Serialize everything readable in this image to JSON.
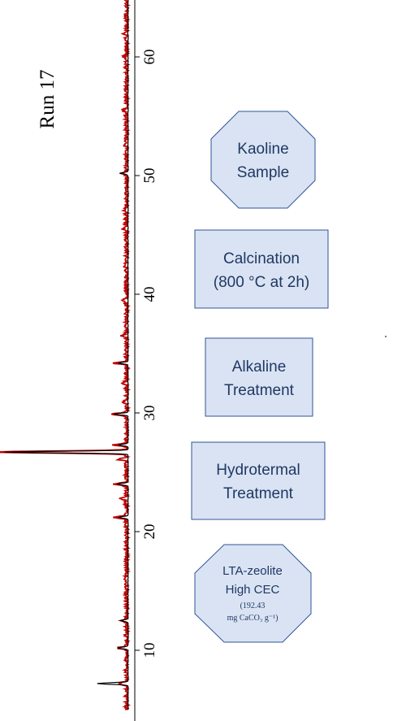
{
  "run_label": "Run 17",
  "axis": {
    "min": 5,
    "max": 65,
    "ticks": [
      10,
      20,
      30,
      40,
      50,
      60
    ],
    "tick_labels": [
      "10",
      "20",
      "30",
      "40",
      "50",
      "60"
    ]
  },
  "stages": [
    {
      "id": "kaoline",
      "shape": "octagon",
      "lines": [
        "Kaoline",
        "Sample"
      ]
    },
    {
      "id": "calcination",
      "shape": "rect",
      "lines": [
        "Calcination",
        "(800 °C at 2h)"
      ]
    },
    {
      "id": "alkaline",
      "shape": "rect",
      "lines": [
        "Alkaline",
        "Treatment"
      ]
    },
    {
      "id": "hydrotermal",
      "shape": "rect",
      "lines": [
        "Hydrotermal",
        "Treatment"
      ]
    },
    {
      "id": "lta",
      "shape": "octagon",
      "lines": [
        "LTA-zeolite",
        "High CEC"
      ],
      "small_lines": [
        "(192.43",
        "mg CaCO₃  g⁻¹)"
      ]
    }
  ],
  "chart_data": {
    "type": "line",
    "xlabel": "",
    "ylabel": "",
    "xlim": [
      5,
      65
    ],
    "series": [
      {
        "color": "#000000",
        "peaks": [
          {
            "x": 7.2,
            "intensity": 0.2
          },
          {
            "x": 10.2,
            "intensity": 0.07
          },
          {
            "x": 12.5,
            "intensity": 0.05
          },
          {
            "x": 21.2,
            "intensity": 0.06
          },
          {
            "x": 24.0,
            "intensity": 0.07
          },
          {
            "x": 26.7,
            "intensity": 0.8
          },
          {
            "x": 27.3,
            "intensity": 0.06
          },
          {
            "x": 29.9,
            "intensity": 0.09
          },
          {
            "x": 34.2,
            "intensity": 0.06
          },
          {
            "x": 50.2,
            "intensity": 0.05
          }
        ]
      },
      {
        "color": "#c00000",
        "peaks": [
          {
            "x": 7.2,
            "intensity": 0.05
          },
          {
            "x": 10.2,
            "intensity": 0.05
          },
          {
            "x": 12.5,
            "intensity": 0.03
          },
          {
            "x": 16.1,
            "intensity": 0.02
          },
          {
            "x": 21.2,
            "intensity": 0.08
          },
          {
            "x": 22.8,
            "intensity": 0.04
          },
          {
            "x": 24.0,
            "intensity": 0.08
          },
          {
            "x": 26.1,
            "intensity": 0.06
          },
          {
            "x": 26.7,
            "intensity": 0.9
          },
          {
            "x": 27.3,
            "intensity": 0.08
          },
          {
            "x": 29.9,
            "intensity": 0.09
          },
          {
            "x": 30.9,
            "intensity": 0.03
          },
          {
            "x": 32.5,
            "intensity": 0.03
          },
          {
            "x": 34.2,
            "intensity": 0.08
          },
          {
            "x": 36.5,
            "intensity": 0.03
          },
          {
            "x": 39.5,
            "intensity": 0.02
          },
          {
            "x": 42.4,
            "intensity": 0.02
          },
          {
            "x": 45.5,
            "intensity": 0.02
          },
          {
            "x": 47.1,
            "intensity": 0.02
          },
          {
            "x": 50.2,
            "intensity": 0.03
          },
          {
            "x": 52.6,
            "intensity": 0.02
          },
          {
            "x": 55.5,
            "intensity": 0.02
          },
          {
            "x": 60.0,
            "intensity": 0.02
          },
          {
            "x": 62.0,
            "intensity": 0.02
          }
        ]
      }
    ]
  }
}
